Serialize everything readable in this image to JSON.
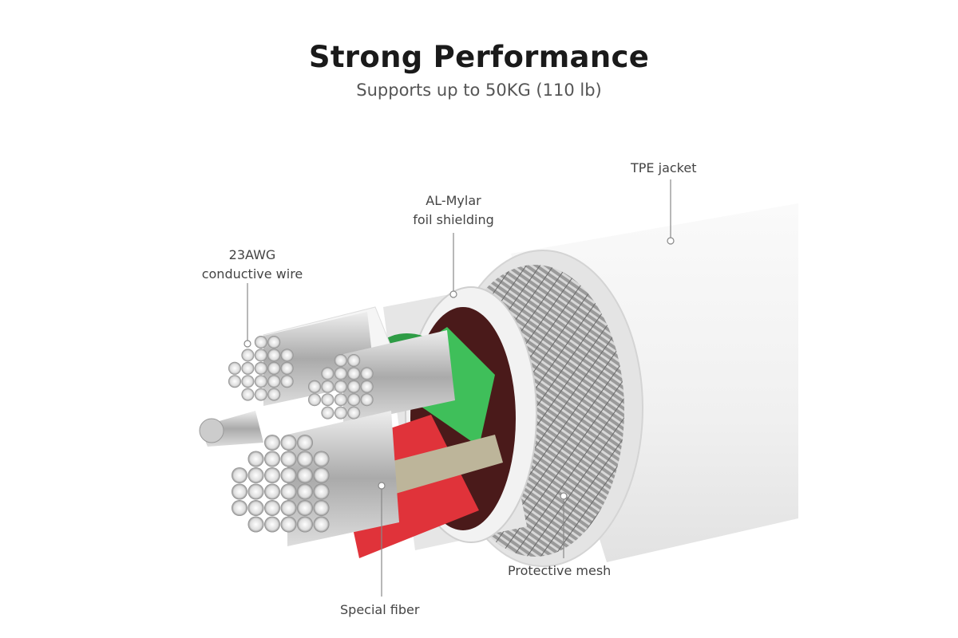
{
  "header": {
    "title": "Strong Performance",
    "subtitle": "Supports up to 50KG (110 lb)"
  },
  "callouts": {
    "tpe_jacket": "TPE jacket",
    "foil_line1": "AL-Mylar",
    "foil_line2": "foil shielding",
    "wire_line1": "23AWG",
    "wire_line2": "conductive wire",
    "mesh": "Protective mesh",
    "fiber": "Special fiber"
  },
  "colors": {
    "jacket": "#f4f4f4",
    "green_insulation": "#3fbf5a",
    "red_insulation": "#e0333a",
    "leader_line": "#888888"
  }
}
